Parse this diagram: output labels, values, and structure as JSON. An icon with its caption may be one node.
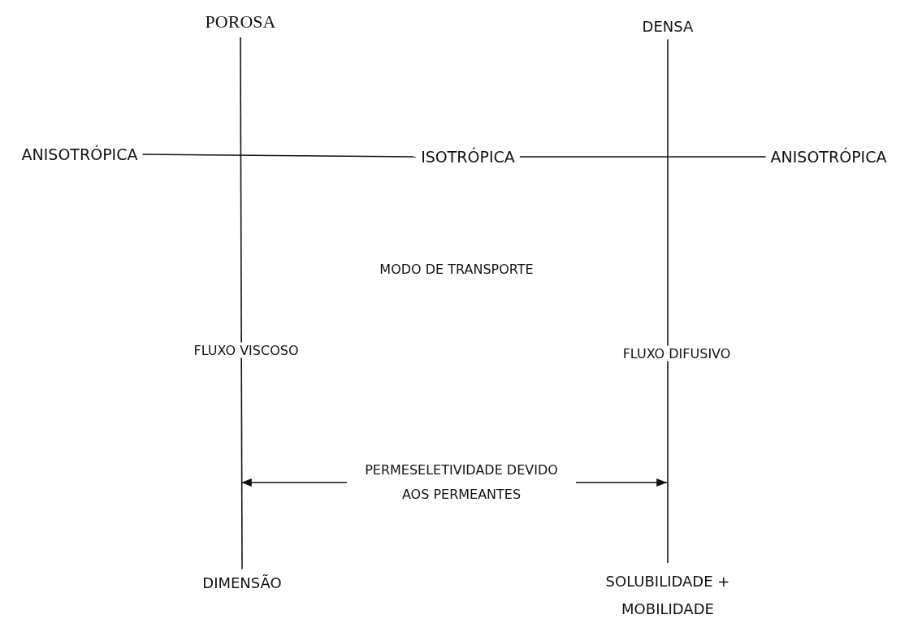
{
  "diagram": {
    "nodes": [
      {
        "text": [
          "POROSA"
        ]
      },
      {
        "text": [
          "DENSA"
        ]
      },
      {
        "text": [
          "ANISOTRÓPICA"
        ]
      },
      {
        "text": [
          "ISOTRÓPICA"
        ]
      },
      {
        "text": [
          "ANISOTRÓPICA"
        ]
      },
      {
        "text": [
          "PERMESELETIVIDADE DEVIDO AOS PERMEANTES"
        ]
      },
      {
        "text": [
          "DIMENSÃO"
        ]
      },
      {
        "text": [
          "SOLUBILIDADE + MOBILIDADE"
        ]
      }
    ],
    "edges": [
      {
        "from": 0,
        "to": 6,
        "arrow": "none"
      },
      {
        "from": 1,
        "to": 7,
        "arrow": "none"
      },
      {
        "from": 2,
        "to": 3,
        "arrow": "none"
      },
      {
        "from": 3,
        "to": 4,
        "arrow": "none"
      },
      {
        "from": 5,
        "to": null,
        "arrow": "to"
      },
      {
        "from": 5,
        "to": null,
        "arrow": "to"
      }
    ],
    "labels": [
      "MODO DE TRANSPORTE",
      "FLUXO VISCOSO",
      "FLUXO DIFUSIVO"
    ]
  }
}
